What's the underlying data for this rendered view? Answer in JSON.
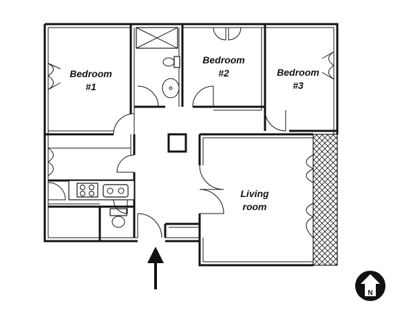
{
  "rooms": {
    "bedroom1": {
      "line1": "Bedroom",
      "line2": "#1"
    },
    "bedroom2": {
      "line1": "Bedroom",
      "line2": "#2"
    },
    "bedroom3": {
      "line1": "Bedroom",
      "line2": "#3"
    },
    "living": {
      "line1": "Living",
      "line2": "room"
    }
  },
  "compass": {
    "letter": "N"
  },
  "colors": {
    "wall": "#111111",
    "background": "#ffffff"
  }
}
